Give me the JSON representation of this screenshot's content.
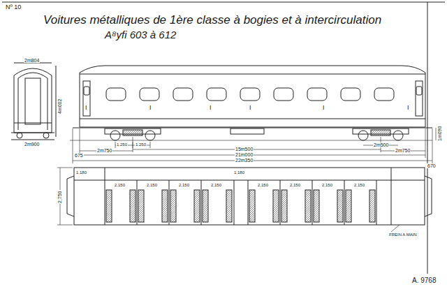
{
  "diagram": {
    "title": "Voitures métalliques de 1ère classe à bogies et à intercirculation",
    "labels": [
      "Nº 10",
      "A⁸yfi 603 à 612",
      "2m804",
      "4m002",
      "2m900",
      "I",
      "I",
      "I",
      "I",
      "I",
      "I",
      "1m090",
      "675",
      "2m750",
      "1.250",
      "1.250",
      "15m500",
      "21m000",
      "22m350",
      "2m500",
      "2m750",
      "670",
      "2,750",
      "1,180",
      "2,150",
      "2,150",
      "2,150",
      "2,150",
      "2,150",
      "2,150",
      "2,150",
      "2,150",
      "1,180",
      "FREIN A MAIN",
      "A. 9768"
    ]
  }
}
